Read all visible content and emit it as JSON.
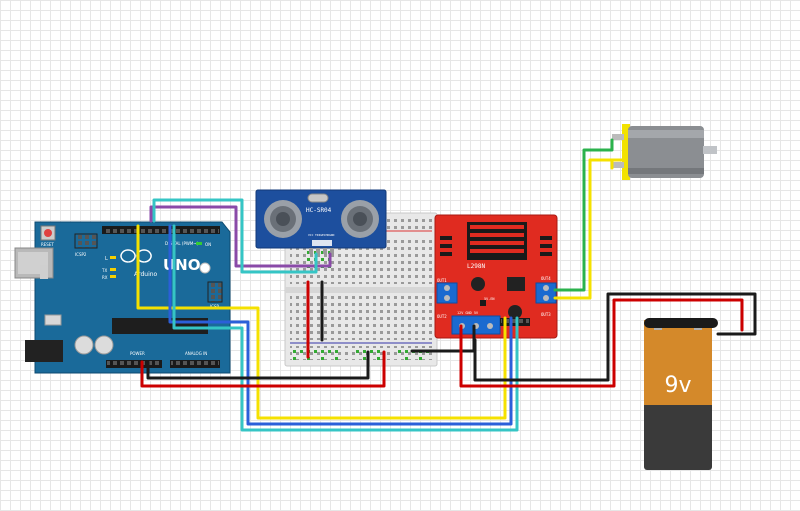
{
  "arduino": {
    "logo_text": "UNO",
    "brand_text": "Arduino",
    "reset_label": "RESET",
    "icsp2_label": "ICSP2",
    "icsp_label": "ICSP",
    "digital_label": "DIGITAL (PWM~)",
    "power_label": "POWER",
    "analog_label": "ANALOG IN",
    "led_l_label": "L",
    "tx_label": "TX",
    "rx_label": "RX",
    "on_label": "ON"
  },
  "sensor": {
    "label": "HC-SR04",
    "pin_labels": [
      "VCC",
      "TRIG",
      "ECHO",
      "GND"
    ]
  },
  "driver": {
    "chip_label": "L298N",
    "out1_label": "OUT1",
    "out2_label": "OUT2",
    "out3_label": "OUT3",
    "out4_label": "OUT4",
    "power_terms_label": "12V GND 5V",
    "enable_label": "5V-EN"
  },
  "battery": {
    "label": "9v"
  },
  "colors": {
    "arduino_board": "#1a6a9a",
    "driver_board": "#e02b20",
    "breadboard": "#e8e8e8",
    "battery_top": "#d4892a",
    "battery_bottom": "#3a3a3a",
    "motor_cap": "#f2e200",
    "wire_red": "#cc0000",
    "wire_black": "#1a1a1a",
    "wire_yellow": "#f5e100",
    "wire_blue": "#2b5fd9",
    "wire_cyan": "#35c5c5",
    "wire_purple": "#8a4aa8",
    "wire_green": "#2bb24c"
  }
}
